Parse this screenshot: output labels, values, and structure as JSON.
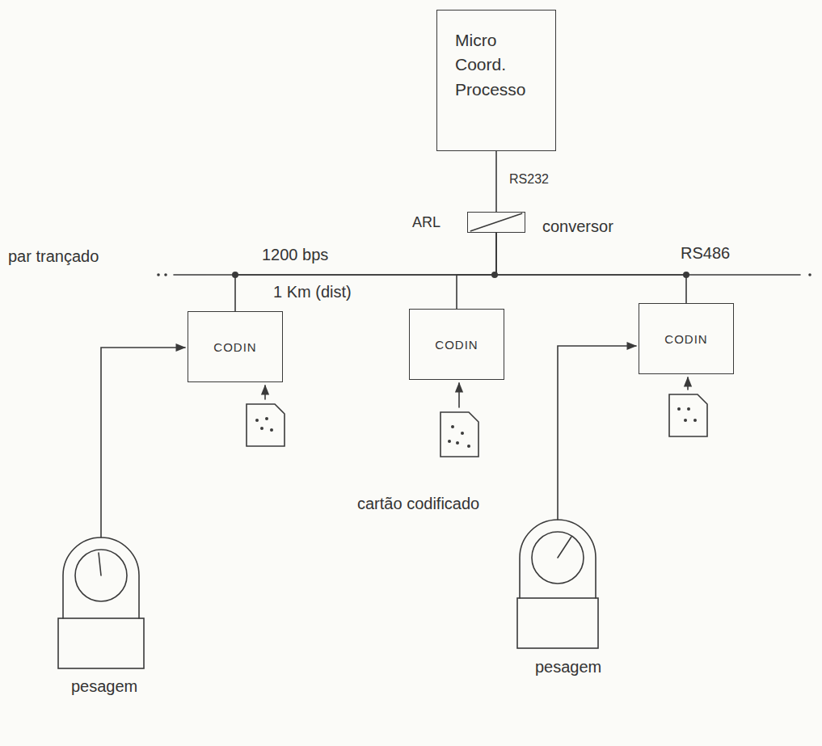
{
  "diagram": {
    "nodes": [
      {
        "text": [
          "Micro Coord. Processo"
        ]
      },
      {
        "text": [
          "ARL",
          "conversor"
        ]
      },
      {
        "text": [
          "CODIN"
        ]
      },
      {
        "text": [
          "CODIN"
        ]
      },
      {
        "text": [
          "CODIN"
        ]
      }
    ],
    "edges": [
      {
        "from": 0,
        "to": 1,
        "arrow": "none",
        "label": "RS232"
      },
      {
        "from": 1,
        "to": 2,
        "arrow": "none"
      },
      {
        "from": 1,
        "to": 3,
        "arrow": "none"
      },
      {
        "from": 1,
        "to": 4,
        "arrow": "none"
      }
    ],
    "labels": [
      "par trançado",
      "1200 bps",
      "1 Km (dist)",
      "RS486",
      "cartão codificado",
      "pesagem",
      "pesagem"
    ]
  }
}
